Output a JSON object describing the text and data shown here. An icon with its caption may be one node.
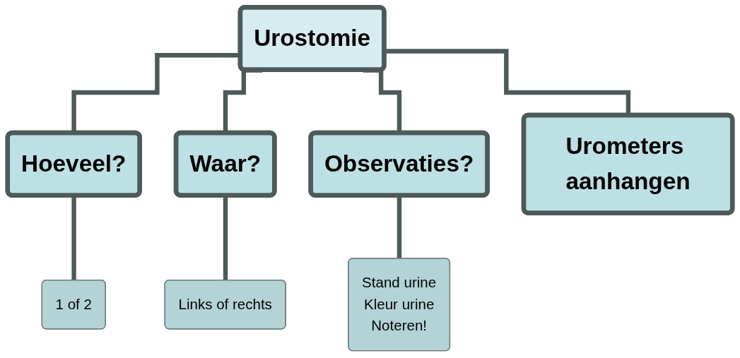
{
  "diagram": {
    "nodes": [
      {
        "text": [
          "Urostomie"
        ]
      },
      {
        "text": [
          "Hoeveel?"
        ]
      },
      {
        "text": [
          "Waar?"
        ]
      },
      {
        "text": [
          "Observaties?"
        ]
      },
      {
        "text": [
          "Urometers aanhangen"
        ]
      },
      {
        "text": [
          "1 of 2"
        ]
      },
      {
        "text": [
          "Links of rechts"
        ]
      },
      {
        "text": [
          "Stand urine",
          "Kleur urine",
          "Noteren!"
        ]
      }
    ],
    "edges": [
      {
        "from": 0,
        "to": 1,
        "arrow": "none"
      },
      {
        "from": 0,
        "to": 2,
        "arrow": "none"
      },
      {
        "from": 0,
        "to": 3,
        "arrow": "none"
      },
      {
        "from": 0,
        "to": 4,
        "arrow": "none"
      },
      {
        "from": 1,
        "to": 5,
        "arrow": "none"
      },
      {
        "from": 2,
        "to": 6,
        "arrow": "none"
      },
      {
        "from": 3,
        "to": 7,
        "arrow": "none"
      }
    ]
  }
}
